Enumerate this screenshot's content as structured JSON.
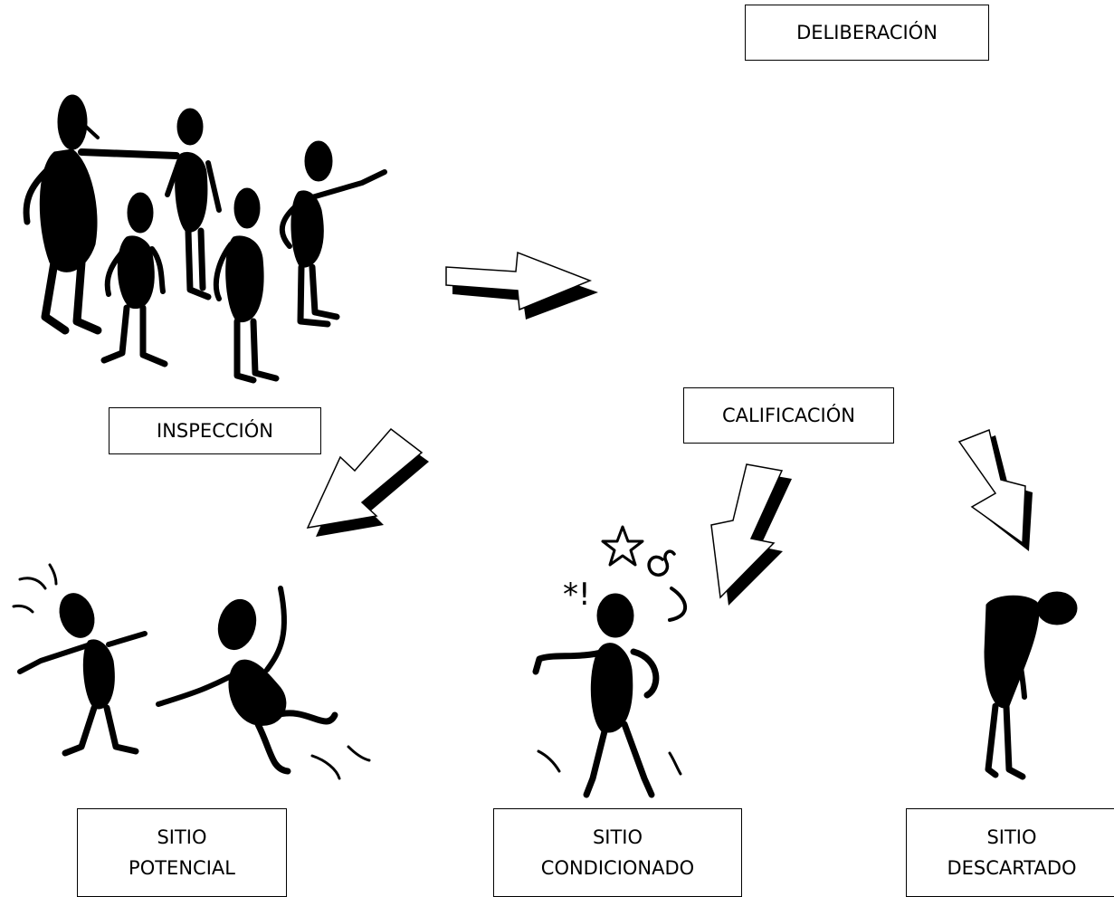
{
  "labels": {
    "deliberacion": "DELIBERACIÓN",
    "inspeccion": "INSPECCIÓN",
    "calificacion": "CALIFICACIÓN",
    "potencial": {
      "line1": "SITIO",
      "line2": "POTENCIAL"
    },
    "condicionado": {
      "line1": "SITIO",
      "line2": "CONDICIONADO"
    },
    "descartado": {
      "line1": "SITIO",
      "line2": "DESCARTADO"
    }
  },
  "icons": [
    "group-people-icon",
    "arrow-icon",
    "jumping-figures-icon",
    "dizzy-figure-icon",
    "slumped-figure-icon"
  ],
  "colors": {
    "ink": "#000000",
    "paper": "#ffffff"
  }
}
